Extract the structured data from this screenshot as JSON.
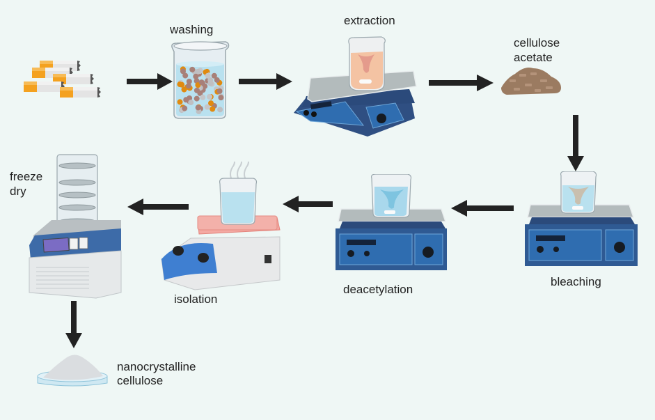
{
  "diagram": {
    "title": "Nanocrystalline cellulose preparation from cigarette butts",
    "colors": {
      "background": "#eff7f5",
      "arrow": "#222222",
      "filter_orange": "#f4a11f",
      "stirrer_blue": "#2f5a93",
      "hotplate_red": "#f4a9a3",
      "cellulose_brown": "#9b7b61"
    },
    "steps": [
      {
        "id": "cigarette-butts",
        "label": "",
        "icon": "cigarette-butts-icon"
      },
      {
        "id": "washing",
        "label": "washing",
        "icon": "beaker-beads-icon"
      },
      {
        "id": "extraction",
        "label": "extraction",
        "icon": "magnetic-stirrer-icon"
      },
      {
        "id": "cellulose-acetate",
        "label_line1": "cellulose",
        "label_line2": "acetate",
        "icon": "pellet-pile-icon"
      },
      {
        "id": "bleaching",
        "label": "bleaching",
        "icon": "magnetic-stirrer-icon"
      },
      {
        "id": "deacetylation",
        "label": "deacetylation",
        "icon": "magnetic-stirrer-icon"
      },
      {
        "id": "isolation",
        "label": "isolation",
        "icon": "hot-plate-icon"
      },
      {
        "id": "freeze-dry",
        "label_line1": "freeze",
        "label_line2": "dry",
        "icon": "freeze-dryer-icon"
      },
      {
        "id": "nanocrystalline-cellulose",
        "label_line1": "nanocrystalline",
        "label_line2": "cellulose",
        "icon": "petri-dish-powder-icon"
      }
    ],
    "flow": [
      {
        "from": "cigarette-butts",
        "to": "washing",
        "direction": "right"
      },
      {
        "from": "washing",
        "to": "extraction",
        "direction": "right"
      },
      {
        "from": "extraction",
        "to": "cellulose-acetate",
        "direction": "right"
      },
      {
        "from": "cellulose-acetate",
        "to": "bleaching",
        "direction": "down"
      },
      {
        "from": "bleaching",
        "to": "deacetylation",
        "direction": "left"
      },
      {
        "from": "deacetylation",
        "to": "isolation",
        "direction": "left"
      },
      {
        "from": "isolation",
        "to": "freeze-dry",
        "direction": "left"
      },
      {
        "from": "freeze-dry",
        "to": "nanocrystalline-cellulose",
        "direction": "down"
      }
    ]
  }
}
